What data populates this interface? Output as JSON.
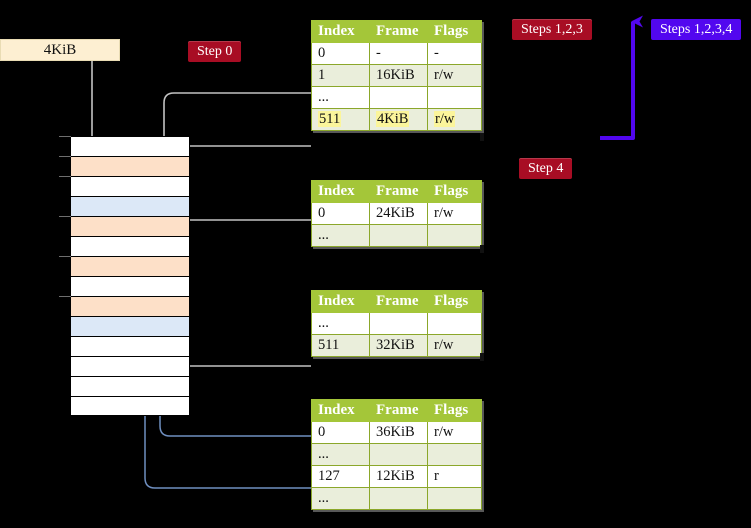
{
  "diagram": {
    "title": "page-table-walk-diagram",
    "background": "#000000",
    "size_label": "4KiB",
    "badges": [
      {
        "id": "step0",
        "label": "Step 0",
        "color": "#a80d24"
      },
      {
        "id": "step4",
        "label": "Step 4",
        "color": "#a80d24"
      },
      {
        "id": "steps123",
        "label": "Steps 1,2,3",
        "color": "#a80d24"
      },
      {
        "id": "steps1234",
        "label": "Steps 1,2,3,4",
        "color": "#5207ef"
      }
    ],
    "colors": {
      "table_header": "#a4c639",
      "table_alt_row": "#eaeedb",
      "highlight": "#fbf59b",
      "mem_peach": "#fde0c8",
      "mem_blue": "#dce8f7",
      "wire_gray": "#b9b9b9",
      "wire_blue": "#6f8fc0",
      "arrow_blue": "#5207ef",
      "label_cream": "#fdefd2"
    },
    "memory_blocks": [
      {
        "index": 0,
        "fill": "white",
        "tick": true
      },
      {
        "index": 1,
        "fill": "peach",
        "tick": true
      },
      {
        "index": 2,
        "fill": "white",
        "tick": true
      },
      {
        "index": 3,
        "fill": "blue",
        "tick": false
      },
      {
        "index": 4,
        "fill": "peach",
        "tick": true
      },
      {
        "index": 5,
        "fill": "white",
        "tick": false
      },
      {
        "index": 6,
        "fill": "peach",
        "tick": true
      },
      {
        "index": 7,
        "fill": "white",
        "tick": false
      },
      {
        "index": 8,
        "fill": "peach",
        "tick": true
      },
      {
        "index": 9,
        "fill": "blue",
        "tick": false
      },
      {
        "index": 10,
        "fill": "white",
        "tick": false
      },
      {
        "index": 11,
        "fill": "white",
        "tick": false
      },
      {
        "index": 12,
        "fill": "white",
        "tick": false
      },
      {
        "index": 13,
        "fill": "white",
        "tick": false
      }
    ],
    "tables": [
      {
        "id": "table-level-1",
        "columns": [
          "Index",
          "Frame",
          "Flags"
        ],
        "rows": [
          {
            "cells": [
              "0",
              "-",
              "-"
            ],
            "shade": "white",
            "highlight": false
          },
          {
            "cells": [
              "1",
              "16KiB",
              "r/w"
            ],
            "shade": "alt",
            "highlight": false
          },
          {
            "cells": [
              "...",
              "",
              ""
            ],
            "shade": "white",
            "highlight": false
          },
          {
            "cells": [
              "511",
              "4KiB",
              "r/w"
            ],
            "shade": "alt",
            "highlight": true
          }
        ]
      },
      {
        "id": "table-level-2",
        "columns": [
          "Index",
          "Frame",
          "Flags"
        ],
        "rows": [
          {
            "cells": [
              "0",
              "24KiB",
              "r/w"
            ],
            "shade": "white",
            "highlight": false
          },
          {
            "cells": [
              "...",
              "",
              ""
            ],
            "shade": "alt",
            "highlight": false
          }
        ]
      },
      {
        "id": "table-level-3",
        "columns": [
          "Index",
          "Frame",
          "Flags"
        ],
        "rows": [
          {
            "cells": [
              "...",
              "",
              ""
            ],
            "shade": "white",
            "highlight": false
          },
          {
            "cells": [
              "511",
              "32KiB",
              "r/w"
            ],
            "shade": "alt",
            "highlight": false
          }
        ]
      },
      {
        "id": "table-level-4",
        "columns": [
          "Index",
          "Frame",
          "Flags"
        ],
        "rows": [
          {
            "cells": [
              "0",
              "36KiB",
              "r/w"
            ],
            "shade": "white",
            "highlight": false
          },
          {
            "cells": [
              "...",
              "",
              ""
            ],
            "shade": "alt",
            "highlight": false
          },
          {
            "cells": [
              "127",
              "12KiB",
              "r"
            ],
            "shade": "white",
            "highlight": false
          },
          {
            "cells": [
              "...",
              "",
              ""
            ],
            "shade": "alt",
            "highlight": false
          }
        ]
      }
    ]
  }
}
